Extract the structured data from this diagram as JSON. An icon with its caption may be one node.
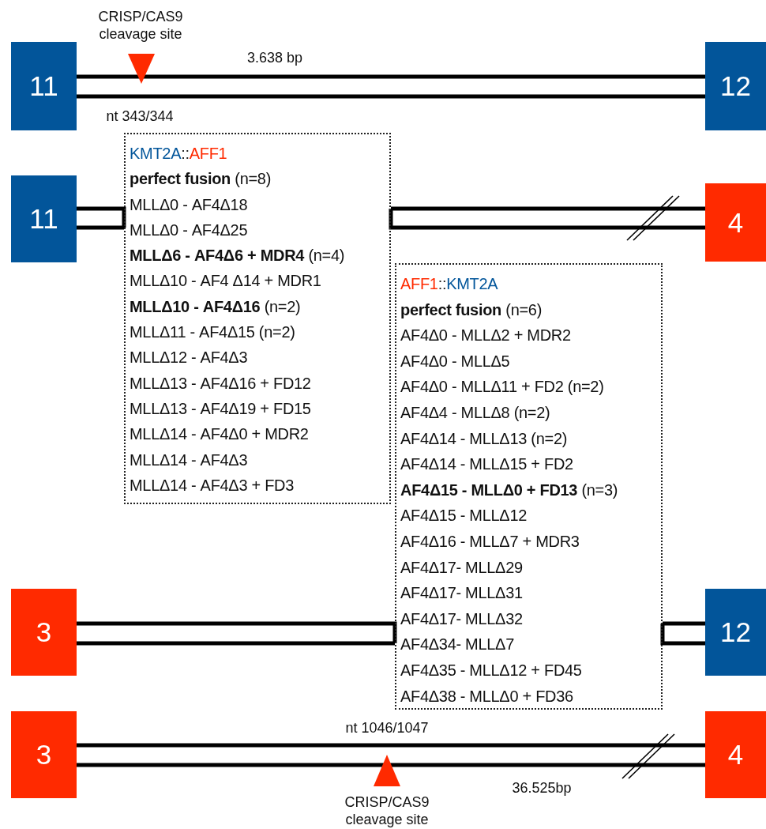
{
  "diagram": {
    "nodes": [
      {
        "text": [
          "11"
        ]
      },
      {
        "text": [
          "12"
        ]
      },
      {
        "text": [
          "11"
        ]
      },
      {
        "text": [
          "KMT2A::AFF1",
          "**perfect fusion** (n=8)",
          "MLLΔ0 - AF4Δ18",
          "MLLΔ0 - AF4Δ25",
          "**MLLΔ6 - AF4Δ6 + MDR4** (n=4)",
          "MLLΔ10 - AF4 Δ14 + MDR1",
          "**MLLΔ10 - AF4Δ16** (n=2)",
          "MLLΔ11 - AF4Δ15 (n=2)",
          "MLLΔ12 - AF4Δ3",
          "MLLΔ13 - AF4Δ16 + FD12",
          "MLLΔ13 - AF4Δ19 + FD15",
          "MLLΔ14 - AF4Δ0 + MDR2",
          "MLLΔ14 - AF4Δ3",
          "MLLΔ14 - AF4Δ3 + FD3"
        ]
      },
      {
        "text": [
          "4"
        ]
      },
      {
        "text": [
          "AFF1::KMT2A",
          "**perfect fusion** (n=6)",
          "AF4Δ0 - MLLΔ2 + MDR2",
          "AF4Δ0 - MLLΔ5",
          "AF4Δ0 - MLLΔ11 + FD2 (n=2)",
          "AF4Δ4 - MLLΔ8 (n=2)",
          "AF4Δ14 - MLLΔ13 (n=2)",
          "AF4Δ14 - MLLΔ15 + FD2",
          "**AF4Δ15 - MLLΔ0 + FD13** (n=3)",
          "AF4Δ15 - MLLΔ12",
          "AF4Δ16 - MLLΔ7 + MDR3",
          "AF4Δ17- MLLΔ29",
          "AF4Δ17- MLLΔ31",
          "AF4Δ17- MLLΔ32",
          "AF4Δ34- MLLΔ7",
          "AF4Δ35 - MLLΔ12 + FD45",
          "AF4Δ38 - MLLΔ0 + FD36"
        ]
      },
      {
        "text": [
          "3"
        ]
      },
      {
        "text": [
          "12"
        ]
      },
      {
        "text": [
          "3"
        ]
      },
      {
        "text": [
          "4"
        ]
      }
    ],
    "edges": [
      {
        "from": 0,
        "to": 1,
        "arrow": "none"
      },
      {
        "from": 2,
        "to": 3,
        "arrow": "none"
      },
      {
        "from": 3,
        "to": 4,
        "arrow": "none"
      },
      {
        "from": 6,
        "to": 5,
        "arrow": "none"
      },
      {
        "from": 5,
        "to": 7,
        "arrow": "none"
      },
      {
        "from": 8,
        "to": 9,
        "arrow": "none"
      }
    ],
    "labels": [
      "CRISP/CAS9 cleavage site",
      "3.638 bp",
      "nt 343/344",
      "nt 1046/1047",
      "36.525bp",
      "CRISP/CAS9 cleavage site"
    ]
  }
}
